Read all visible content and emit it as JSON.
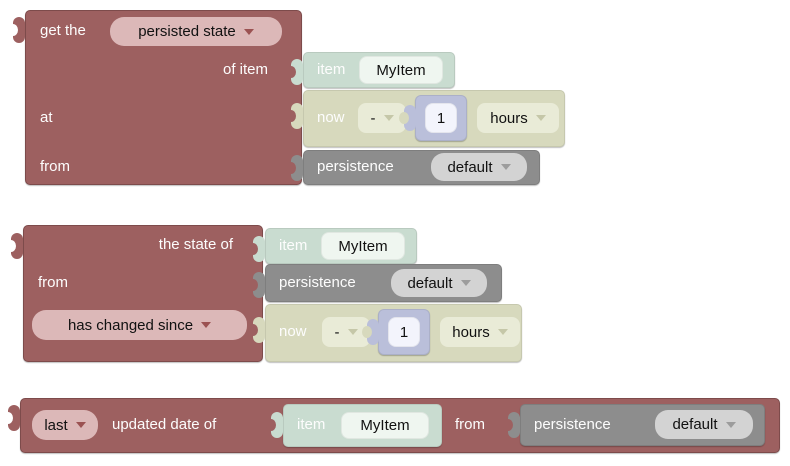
{
  "colors": {
    "canvasBg": "#ffffff",
    "labelText": "#fdfdfd",
    "valueText": "#111111",
    "maroon": "#9d6060",
    "maroonBorder": "#7d4b4b",
    "pink": "#dcb8b8",
    "pinkArrow": "#9b5252",
    "teal": "#c9dcd0",
    "tealField": "#eff6f0",
    "olive": "#d7d9bd",
    "oliveField": "#e9ebd7",
    "oliveArrow": "#c5c7a8",
    "lavender": "#babfda",
    "lavenderField": "#f3f4fc",
    "gray": "#8d8d8d",
    "grayField": "#d3d3d3",
    "grayArrow": "#9c9c9c"
  },
  "block_get_persisted_state": {
    "prefix_label": "get the",
    "type_dropdown": "persisted state",
    "item_input_label": "of item",
    "at_label": "at",
    "from_label": "from",
    "item_block": {
      "label": "item",
      "name": "MyItem"
    },
    "datetime_block": {
      "base": "now",
      "operator": "-",
      "amount": "1",
      "unit": "hours"
    },
    "persistence_block": {
      "label": "persistence",
      "service": "default"
    }
  },
  "block_has_changed": {
    "state_of_label": "the state of",
    "from_label": "from",
    "condition_dropdown": "has changed since",
    "item_block": {
      "label": "item",
      "name": "MyItem"
    },
    "persistence_block": {
      "label": "persistence",
      "service": "default"
    },
    "datetime_block": {
      "base": "now",
      "operator": "-",
      "amount": "1",
      "unit": "hours"
    }
  },
  "block_last_updated": {
    "ordinal_dropdown": "last",
    "updated_label": "updated date of",
    "from_label": "from",
    "item_block": {
      "label": "item",
      "name": "MyItem"
    },
    "persistence_block": {
      "label": "persistence",
      "service": "default"
    }
  }
}
